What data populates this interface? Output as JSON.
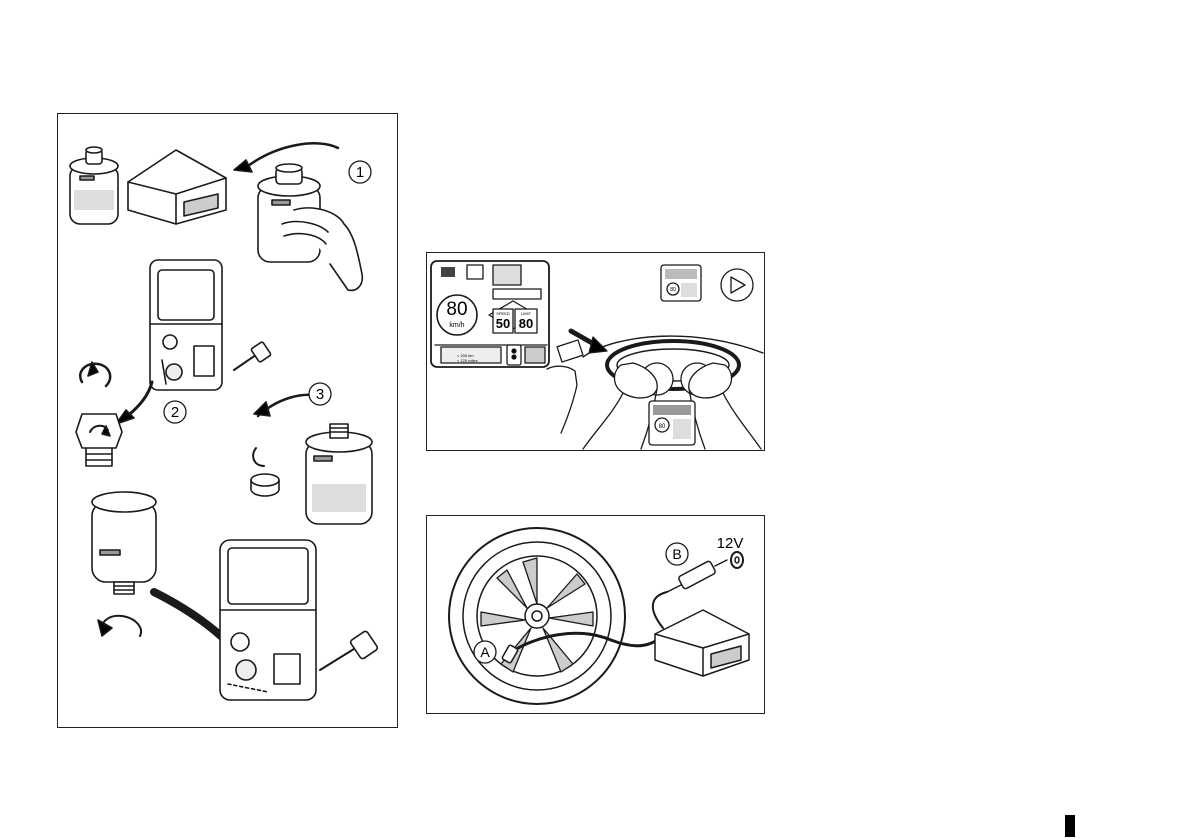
{
  "left_figure": {
    "step1": "1",
    "step2": "2",
    "step3": "3"
  },
  "dash_figure": {
    "speed_value": "80",
    "speed_unit": "km/h",
    "sign_left_label": "SPEED",
    "sign_left_value": "50",
    "sign_right_label": "LIMIT",
    "sign_right_value": "80",
    "dist_text_1": "< 200 km",
    "dist_text_2": "< 125 miles",
    "small_speed": "80"
  },
  "tyre_figure": {
    "label_a": "A",
    "label_b": "B",
    "voltage": "12V"
  },
  "colors": {
    "line": "#1a1a1a",
    "shade": "#c8c8c8",
    "dark": "#000000"
  }
}
